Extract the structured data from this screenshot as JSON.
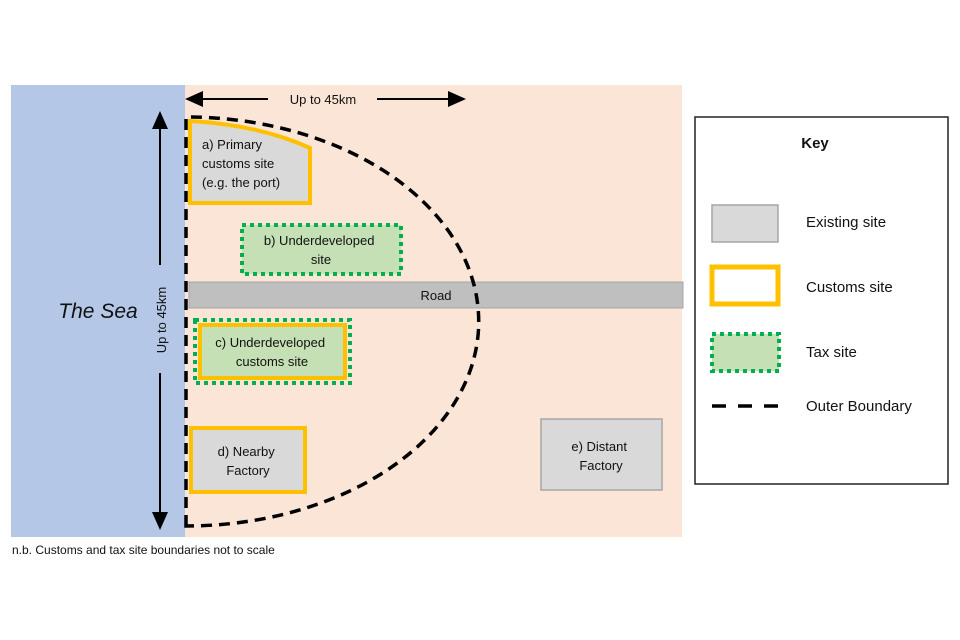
{
  "colors": {
    "sea": "#b4c7e7",
    "land": "#fbe5d6",
    "existing_fill": "#d9d9d9",
    "existing_border": "#a6a6a6",
    "customs_border": "#ffc000",
    "tax_fill": "#c5e0b4",
    "tax_border": "#00b050",
    "road_fill": "#bfbfbf",
    "boundary": "#000000"
  },
  "map": {
    "sea_label": "The Sea",
    "horizontal_measure": "Up to 45km",
    "vertical_measure": "Up to 45km",
    "road_label": "Road",
    "sites": {
      "a": [
        "a) Primary",
        "customs site",
        "(e.g. the port)"
      ],
      "b": [
        "b) Underdeveloped",
        "site"
      ],
      "c": [
        "c) Underdeveloped",
        "customs site"
      ],
      "d": [
        "d) Nearby",
        "Factory"
      ],
      "e": [
        "e) Distant",
        "Factory"
      ]
    }
  },
  "key": {
    "title": "Key",
    "items": [
      {
        "label": "Existing site",
        "symbol": "existing"
      },
      {
        "label": "Customs site",
        "symbol": "customs"
      },
      {
        "label": "Tax site",
        "symbol": "tax"
      },
      {
        "label": "Outer Boundary",
        "symbol": "boundary"
      }
    ]
  },
  "footnote": "n.b. Customs and tax site boundaries not to scale"
}
